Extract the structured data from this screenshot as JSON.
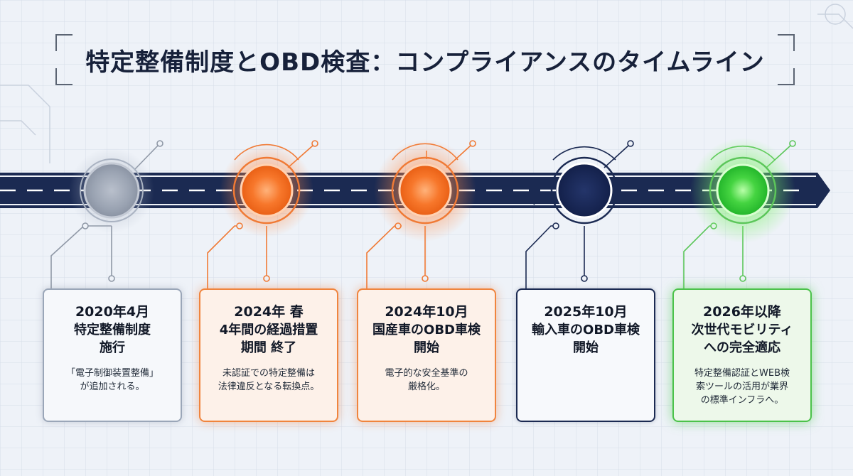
{
  "title": "特定整備制度とOBD検査：コンプライアンスのタイムライン",
  "milestones": [
    {
      "date": "2020年4月",
      "heading": "特定整備制度\n施行",
      "desc": "「電子制御装置整備」\nが追加される。",
      "status": "past",
      "color": "#8b94a3"
    },
    {
      "date": "2024年 春",
      "heading": "4年間の経過措置\n期間 終了",
      "desc": "未認証での特定整備は\n法律違反となる転換点。",
      "status": "deadline",
      "color": "#f26a1e"
    },
    {
      "date": "2024年10月",
      "heading": "国産車のOBD車検\n開始",
      "desc": "電子的な安全基準の\n厳格化。",
      "status": "deadline",
      "color": "#f26a1e"
    },
    {
      "date": "2025年10月",
      "heading": "輸入車のOBD車検\n開始",
      "desc": "",
      "status": "upcoming",
      "color": "#1b2a52"
    },
    {
      "date": "2026年以降",
      "heading": "次世代モビリティ\nへの完全適応",
      "desc": "特定整備認証とWEB検\n索ツールの活用が業界\nの標準インフラへ。",
      "status": "future",
      "color": "#35c43a"
    }
  ],
  "colors": {
    "road": "#1b2a52",
    "accent_orange": "#f26a1e",
    "accent_green": "#35c43a",
    "past_gray": "#8b94a3"
  }
}
